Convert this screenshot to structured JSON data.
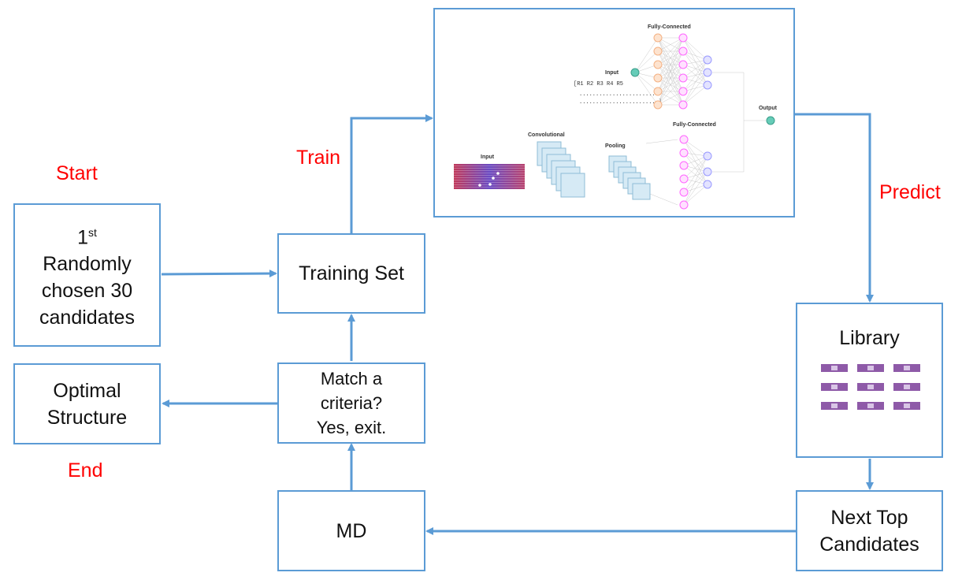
{
  "labels": {
    "start": "Start",
    "end": "End",
    "train": "Train",
    "predict": "Predict"
  },
  "boxes": {
    "initial": {
      "ordinal": "1",
      "ordinal_suffix": "st",
      "line1": "Randomly",
      "line2": "chosen 30",
      "line3": "candidates"
    },
    "training_set": "Training Set",
    "criteria": {
      "line1": "Match a",
      "line2": "criteria?",
      "line3": "Yes, exit."
    },
    "optimal": {
      "line1": "Optimal",
      "line2": "Structure"
    },
    "md": "MD",
    "library": "Library",
    "next_top": {
      "line1": "Next Top",
      "line2": "Candidates"
    }
  },
  "network": {
    "fc_top_label": "Fully-Connected",
    "input_label": "Input",
    "input_vector": "[R1 R2 R3 R4 R5",
    "input_dots1": "........................",
    "input_dots2": "........................]",
    "output_label": "Output",
    "fc_bottom_label": "Fully-Connected",
    "conv_label": "Convolutional",
    "pool_label": "Pooling",
    "image_input_label": "Input"
  },
  "colors": {
    "arrow": "#5b9bd5",
    "box_border": "#5b9bd5",
    "accent_text": "#ff0000",
    "orange_node": "#f4b183",
    "magenta_node": "#ff66ff",
    "purple_node": "#9999ff",
    "teal_node": "#66ccb8",
    "map_fill": "#d6eaf5",
    "strip_purple": "#8e5aa8"
  }
}
